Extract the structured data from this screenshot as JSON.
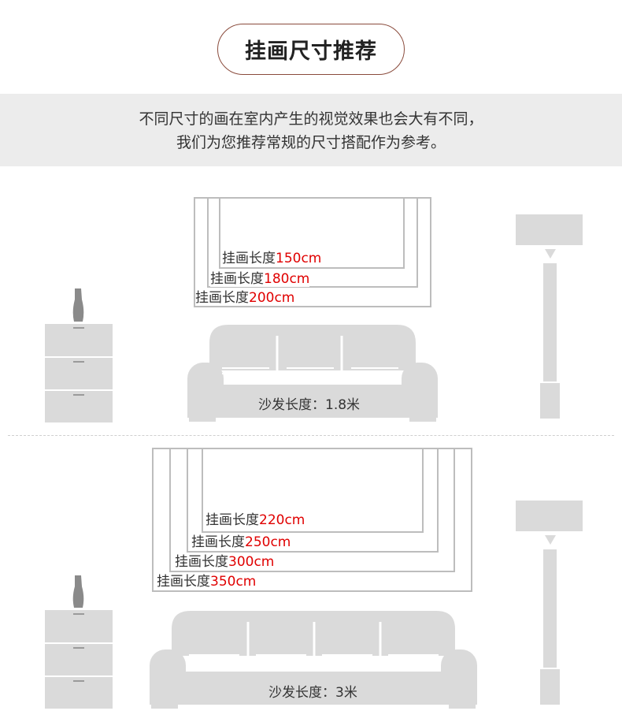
{
  "header": {
    "title": "挂画尺寸推荐"
  },
  "intro": {
    "line1": "不同尺寸的画在室内产生的视觉效果也会大有不同，",
    "line2": "我们为您推荐常规的尺寸搭配作为参考。"
  },
  "scene1": {
    "frames": [
      {
        "prefix": "挂画长度",
        "value": "150cm"
      },
      {
        "prefix": "挂画长度",
        "value": "180cm"
      },
      {
        "prefix": "挂画长度",
        "value": "200cm"
      }
    ],
    "sofa_label": "沙发长度：1.8米"
  },
  "scene2": {
    "frames": [
      {
        "prefix": "挂画长度",
        "value": "220cm"
      },
      {
        "prefix": "挂画长度",
        "value": "250cm"
      },
      {
        "prefix": "挂画长度",
        "value": "300cm"
      },
      {
        "prefix": "挂画长度",
        "value": "350cm"
      }
    ],
    "sofa_label": "沙发长度：3米"
  },
  "colors": {
    "furniture": "#dadada",
    "frame_line": "#bdbdbd",
    "accent_red": "#e00000",
    "title_border": "#8a4b3c"
  }
}
